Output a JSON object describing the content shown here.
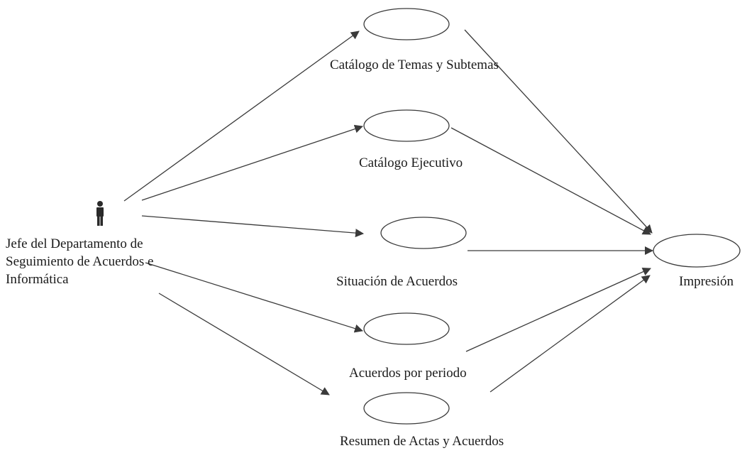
{
  "actor": {
    "lines": [
      "Jefe del Departamento de",
      "Seguimiento de Acuerdos e",
      "Informática"
    ]
  },
  "use_cases": [
    {
      "id": "catalogo-temas",
      "label": "Catálogo de Temas y Subtemas"
    },
    {
      "id": "catalogo-ejecutivo",
      "label": "Catálogo Ejecutivo"
    },
    {
      "id": "situacion-acuerdos",
      "label": "Situación de Acuerdos"
    },
    {
      "id": "acuerdos-periodo",
      "label": "Acuerdos por periodo"
    },
    {
      "id": "resumen-actas",
      "label": "Resumen de Actas y Acuerdos"
    },
    {
      "id": "impresion",
      "label": "Impresión"
    }
  ],
  "colors": {
    "stroke": "#3a3a3a",
    "text": "#1a1a1a",
    "actor": "#2a2a2a"
  }
}
